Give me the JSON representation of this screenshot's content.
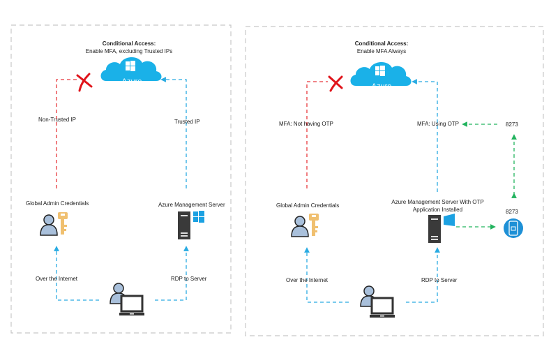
{
  "left_panel": {
    "title_line1": "Conditional Access:",
    "title_line2": "Enable MFA, excluding Trusted IPs",
    "cloud_label": "Azure",
    "label_non_trusted": "Non-Trusted IP",
    "label_trusted": "Trusted IP",
    "label_admin": "Global Admin Credentials",
    "label_server": "Azure Management Server",
    "label_internet": "Over the Internet",
    "label_rdp": "RDP to Server"
  },
  "right_panel": {
    "title_line1": "Conditional Access:",
    "title_line2": "Enable MFA Always",
    "cloud_label": "Azure",
    "label_no_otp": "MFA: Not having OTP",
    "label_using_otp": "MFA: Using OTP",
    "otp_code_top": "8273",
    "otp_code_device": "8273",
    "label_admin": "Global Admin Credentials",
    "label_server_line1": "Azure Management Server With OTP",
    "label_server_line2": "Application Installed",
    "label_internet": "Over the Internet",
    "label_rdp": "RDP to Server"
  },
  "colors": {
    "azure_blue": "#1ab1e8",
    "blocked_red": "#e8383d",
    "allowed_blue": "#29abe2",
    "otp_green": "#22b35e",
    "border_gray": "#c8c8c8"
  },
  "icons": {
    "cloud": "azure-cloud-icon",
    "blocked": "red-x-icon",
    "admin": "user-with-key-icon",
    "server": "windows-server-icon",
    "user": "user-laptop-icon",
    "phone": "mobile-phone-icon"
  }
}
